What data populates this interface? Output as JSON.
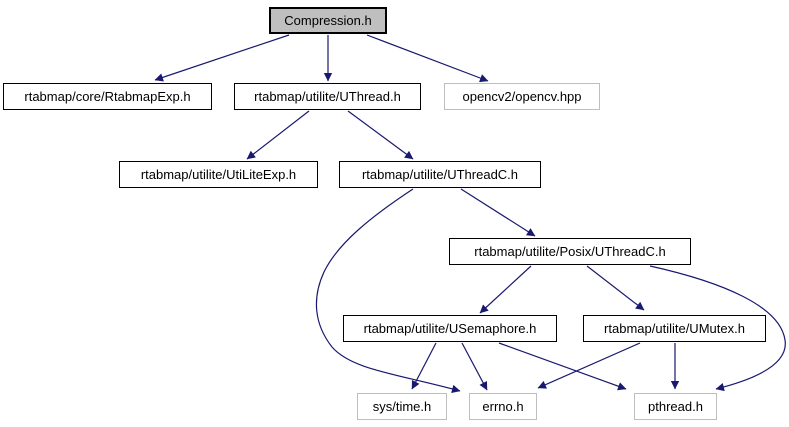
{
  "page": {
    "title": "Compression.h include dependency graph"
  },
  "colors": {
    "edge": "#191970",
    "node-border": "#000000",
    "external-border": "#bebebe",
    "current-fill": "#bfbfbf",
    "node-fill": "#ffffff",
    "background": "#ffffff",
    "text": "#000000"
  },
  "nodes": [
    {
      "id": "compression",
      "label": "Compression.h",
      "kind": "current"
    },
    {
      "id": "rtabmap-exp",
      "label": "rtabmap/core/RtabmapExp.h",
      "kind": "internal"
    },
    {
      "id": "uthread",
      "label": "rtabmap/utilite/UThread.h",
      "kind": "internal"
    },
    {
      "id": "opencv",
      "label": "opencv2/opencv.hpp",
      "kind": "external"
    },
    {
      "id": "utiliteexp",
      "label": "rtabmap/utilite/UtiLiteExp.h",
      "kind": "internal"
    },
    {
      "id": "uthreadc",
      "label": "rtabmap/utilite/UThreadC.h",
      "kind": "internal"
    },
    {
      "id": "posix-uthreadc",
      "label": "rtabmap/utilite/Posix/UThreadC.h",
      "kind": "internal"
    },
    {
      "id": "usemaphore",
      "label": "rtabmap/utilite/USemaphore.h",
      "kind": "internal"
    },
    {
      "id": "umutex",
      "label": "rtabmap/utilite/UMutex.h",
      "kind": "internal"
    },
    {
      "id": "sys-time",
      "label": "sys/time.h",
      "kind": "external"
    },
    {
      "id": "errno",
      "label": "errno.h",
      "kind": "external"
    },
    {
      "id": "pthread",
      "label": "pthread.h",
      "kind": "external"
    }
  ],
  "edges": [
    {
      "from": "Compression.h",
      "to": "rtabmap/core/RtabmapExp.h"
    },
    {
      "from": "Compression.h",
      "to": "rtabmap/utilite/UThread.h"
    },
    {
      "from": "Compression.h",
      "to": "opencv2/opencv.hpp"
    },
    {
      "from": "rtabmap/utilite/UThread.h",
      "to": "rtabmap/utilite/UtiLiteExp.h"
    },
    {
      "from": "rtabmap/utilite/UThread.h",
      "to": "rtabmap/utilite/UThreadC.h"
    },
    {
      "from": "rtabmap/utilite/UThreadC.h",
      "to": "rtabmap/utilite/Posix/UThreadC.h"
    },
    {
      "from": "rtabmap/utilite/UThreadC.h",
      "to": "errno.h"
    },
    {
      "from": "rtabmap/utilite/Posix/UThreadC.h",
      "to": "rtabmap/utilite/USemaphore.h"
    },
    {
      "from": "rtabmap/utilite/Posix/UThreadC.h",
      "to": "rtabmap/utilite/UMutex.h"
    },
    {
      "from": "rtabmap/utilite/Posix/UThreadC.h",
      "to": "pthread.h"
    },
    {
      "from": "rtabmap/utilite/USemaphore.h",
      "to": "sys/time.h"
    },
    {
      "from": "rtabmap/utilite/USemaphore.h",
      "to": "errno.h"
    },
    {
      "from": "rtabmap/utilite/USemaphore.h",
      "to": "pthread.h"
    },
    {
      "from": "rtabmap/utilite/UMutex.h",
      "to": "errno.h"
    },
    {
      "from": "rtabmap/utilite/UMutex.h",
      "to": "pthread.h"
    }
  ]
}
